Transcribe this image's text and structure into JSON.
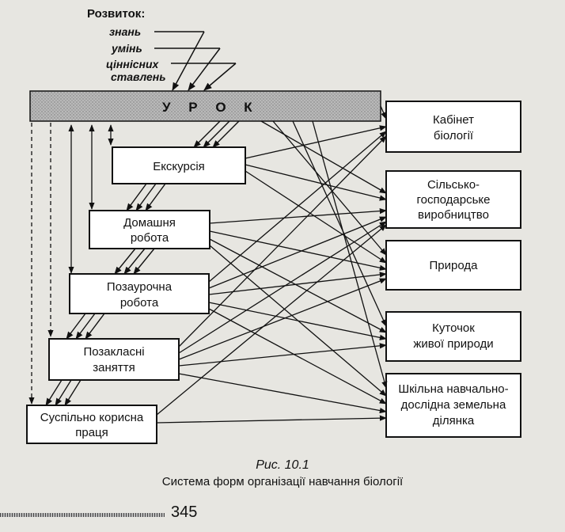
{
  "development": {
    "title": "Розвиток:",
    "items": [
      "знань",
      "умінь",
      "ціннісних",
      "ставлень"
    ]
  },
  "nodes": {
    "urok": "У Р О К",
    "excursion": "Екскурсія",
    "homework": [
      "Домашня",
      "робота"
    ],
    "out_of_class": [
      "Позаурочна",
      "робота"
    ],
    "extracurricular": [
      "Позакласні",
      "заняття"
    ],
    "community": [
      "Суспільно корисна",
      "праця"
    ]
  },
  "places": {
    "cabinet": [
      "Кабінет",
      "біології"
    ],
    "agriculture": [
      "Сільсько-",
      "господарське",
      "виробництво"
    ],
    "nature": [
      "Природа"
    ],
    "living_corner": [
      "Куточок",
      "живої природи"
    ],
    "school_plot": [
      "Шкільна навчально-",
      "дослідна земельна",
      "ділянка"
    ]
  },
  "caption": {
    "number": "Рис. 10.1",
    "title": "Система форм організації навчання біології"
  },
  "page_number": "345"
}
